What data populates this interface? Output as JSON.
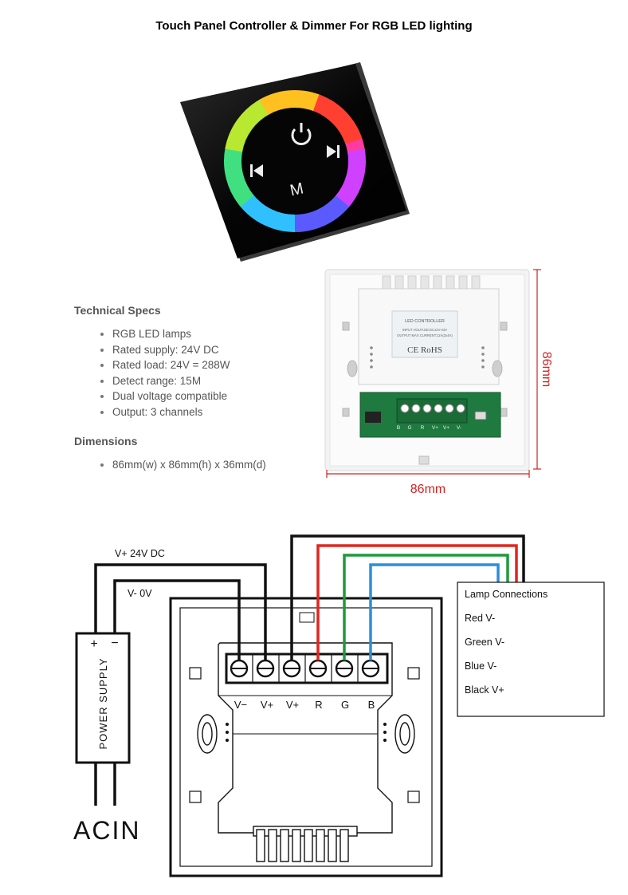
{
  "title": "Touch Panel Controller & Dimmer For RGB LED lighting",
  "specs": {
    "heading": "Technical Specs",
    "items": [
      "RGB LED lamps",
      "Rated supply: 24V DC",
      "Rated load: 24V = 288W",
      "Detect range: 15M",
      "Dual voltage compatible",
      "Output: 3 channels"
    ]
  },
  "dimensions": {
    "heading": "Dimensions",
    "items": [
      "86mm(w) x 86mm(h) x 36mm(d)"
    ]
  },
  "photo": {
    "label_title": "LED CONTROLLER",
    "label_line1": "INPUT VOLTAGE:DC12V-24V",
    "label_line2": "OUTPUT MAX CURRENT:12A(3x4A)",
    "label_marks": "CE   RoHS",
    "terminal_labels": [
      "B",
      "G",
      "R",
      "V+",
      "V+",
      "V-"
    ],
    "dim_width": "86mm",
    "dim_height": "86mm"
  },
  "wiring": {
    "supply_pos_label": "V+ 24V DC",
    "supply_neg_label": "V- 0V",
    "psu_label": "POWER SUPPLY",
    "psu_plus": "+",
    "psu_minus": "−",
    "ac_label": "ACIN",
    "terminal_labels": [
      "V−",
      "V+",
      "V+",
      "R",
      "G",
      "B"
    ],
    "lamp_box": {
      "title": "Lamp Connections",
      "lines": [
        "Red V-",
        "Green V-",
        "Blue V-",
        "Black V+"
      ]
    }
  },
  "colors": {
    "red_wire": "#e0261f",
    "green_wire": "#1e9a3c",
    "blue_wire": "#2a8fd8",
    "black_wire": "#111111",
    "dimension": "#d32222"
  }
}
